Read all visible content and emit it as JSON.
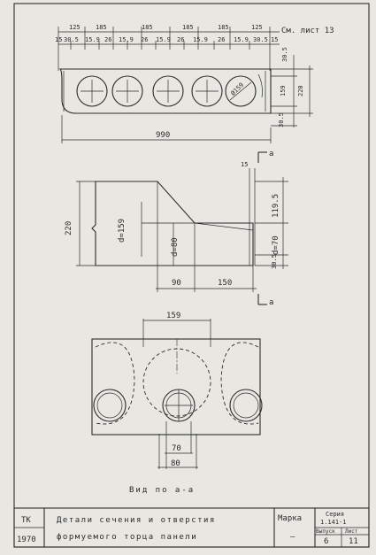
{
  "top_view": {
    "top_dims": [
      "125",
      "185",
      "185",
      "185",
      "185",
      "125"
    ],
    "second_dims": [
      "15",
      "30.5",
      "15.9",
      "26",
      "15.9",
      "26",
      "15.9",
      "26",
      "15.9",
      "26",
      "15.9",
      "30.5",
      "15"
    ],
    "ref_note": "См. лист 13",
    "right_dims": [
      "30.5",
      "159",
      "220",
      "30.5"
    ],
    "hole_label": "Ø159",
    "bottom_dim": "990"
  },
  "section": {
    "marker_top": "15",
    "cut_label": "a",
    "height": "220",
    "d_large": "d=159",
    "d_small": "d=80",
    "right_dims": [
      "119.5",
      "d=70",
      "30.5"
    ],
    "bottom_dims": [
      "90",
      "150"
    ]
  },
  "view_aa": {
    "top_dim": "159",
    "bottom_dims": [
      "70",
      "80"
    ],
    "caption": "Вид по а-а"
  },
  "title_block": {
    "org": "ТК",
    "year": "1970",
    "title_line1": "Детали сечения и отверстия",
    "title_line2": "формуемого торца панели",
    "marka_label": "Марка",
    "marka_value": "—",
    "seria_label": "Серия",
    "seria_value": "1.141-1",
    "vypusk_label": "Выпуск",
    "vypusk_value": "6",
    "list_label": "Лист",
    "list_value": "11"
  }
}
